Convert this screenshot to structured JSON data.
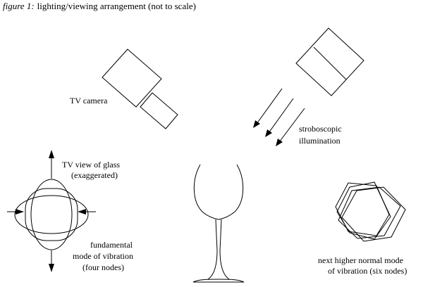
{
  "caption": {
    "prefix": "figure 1:",
    "text": "lighting/viewing arrangement (not to scale)"
  },
  "labels": {
    "camera": "TV camera",
    "illumination": [
      "stroboscopic",
      "illumination"
    ],
    "tv_view": [
      "TV view of glass",
      "(exaggerated)"
    ],
    "fundamental": [
      "fundamental",
      "mode of vibration",
      "(four nodes)"
    ],
    "higher_mode": [
      "next higher normal mode",
      "of vibration (six nodes)"
    ]
  },
  "icons": [
    "tv-camera-icon",
    "strobe-lamp-icon",
    "wine-glass-icon"
  ],
  "colors": {
    "ink": "#000000",
    "background": "#ffffff"
  }
}
